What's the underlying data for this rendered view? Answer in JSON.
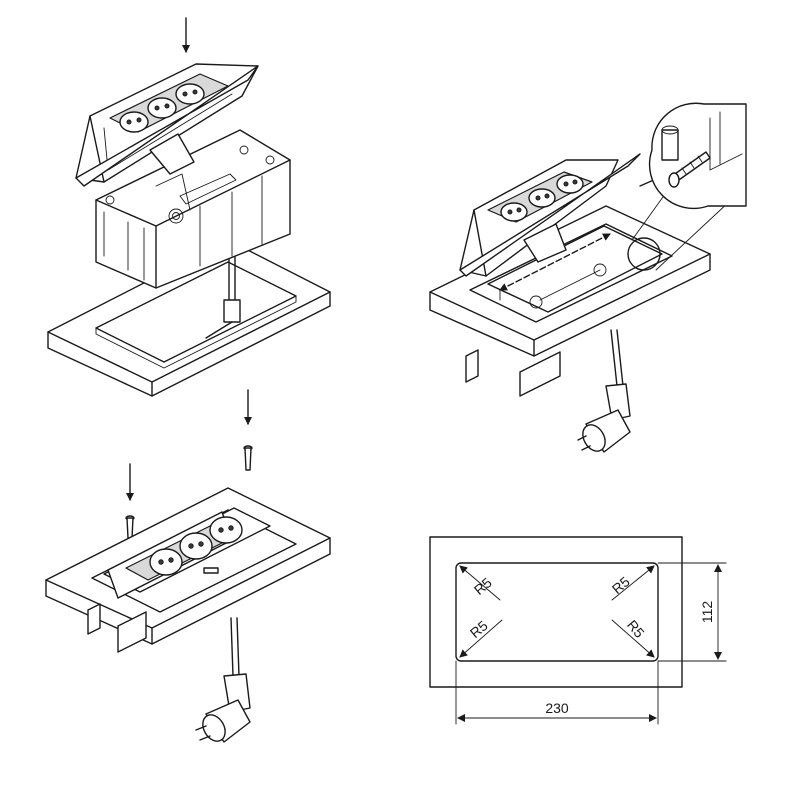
{
  "panels": {
    "step1": {
      "name": "exploded view"
    },
    "step2": {
      "name": "screw fixing detail"
    },
    "step3": {
      "name": "installed view"
    },
    "step4": {
      "name": "cutout dimensions"
    }
  },
  "cutout": {
    "width_label": "230",
    "height_label": "112",
    "radius_labels": [
      "R5",
      "R5",
      "R5",
      "R5"
    ]
  },
  "colors": {
    "line": "#1a1a1a",
    "background": "#ffffff"
  }
}
